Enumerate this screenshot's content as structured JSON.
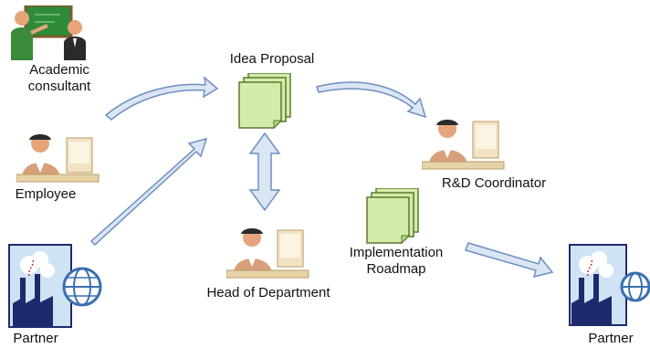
{
  "nodes": {
    "academic_consultant": "Academic\nconsultant",
    "employee": "Employee",
    "partner_left": "Partner",
    "idea_proposal": "Idea Proposal",
    "rd_coordinator": "R&D Coordinator",
    "head_of_department": "Head of Department",
    "implementation_roadmap": "Implementation\nRoadmap",
    "partner_right": "Partner"
  },
  "colors": {
    "arrow_fill": "#dbe6f4",
    "arrow_stroke": "#6e8fc0",
    "document_fill": "#d4ecaa",
    "document_stroke": "#5a7a2e",
    "board_green": "#2e8b3a",
    "skin": "#e7a47a",
    "suit": "#2a2a2a",
    "factory": "#1f2a6e",
    "sky": "#cfe3f5",
    "globe": "#3a6fb0"
  },
  "icons": [
    "presenter-icon",
    "office-worker-icon",
    "factory-globe-icon",
    "stacked-documents-icon"
  ]
}
